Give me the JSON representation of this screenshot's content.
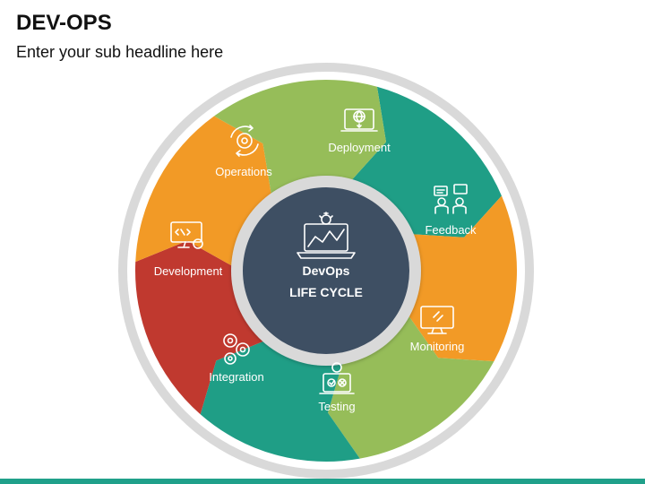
{
  "header": {
    "title": "DEV-OPS",
    "subtitle": "Enter your sub headline here"
  },
  "center": {
    "title": "DevOps",
    "subtitle": "LIFE CYCLE",
    "icon": "laptop-chart-gear-icon"
  },
  "segments": [
    {
      "label": "Deployment",
      "icon": "laptop-globe-icon",
      "color": "#1f9e86"
    },
    {
      "label": "Feedback",
      "icon": "feedback-people-icon",
      "color": "#f29a26"
    },
    {
      "label": "Monitoring",
      "icon": "monitor-icon",
      "color": "#96bd59"
    },
    {
      "label": "Testing",
      "icon": "testing-laptop-icon",
      "color": "#1f9e86"
    },
    {
      "label": "Integration",
      "icon": "gears-icon",
      "color": "#c0392f"
    },
    {
      "label": "Development",
      "icon": "code-screen-icon",
      "color": "#f29a26"
    },
    {
      "label": "Operations",
      "icon": "cycle-gear-icon",
      "color": "#96bd59"
    }
  ],
  "colors": {
    "outer_ring": "#d9d9d9",
    "inner_ring": "#d9d9d9",
    "center_fill": "#3e4f63",
    "accent_bar": "#20a08a"
  }
}
